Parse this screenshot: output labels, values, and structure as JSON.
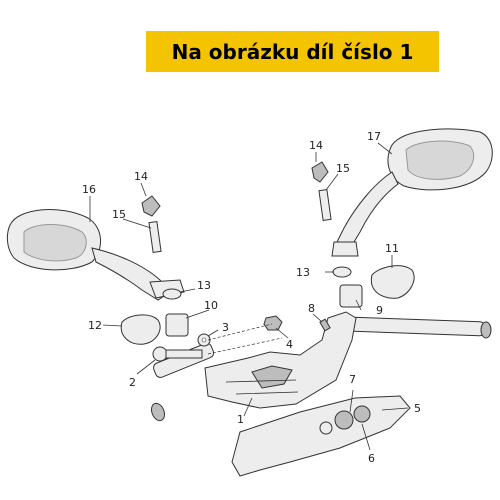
{
  "banner": {
    "text": "Na obrázku díl číslo 1",
    "color": "#f5c400"
  },
  "callouts": [
    "1",
    "2",
    "3",
    "4",
    "5",
    "6",
    "7",
    "8",
    "9",
    "10",
    "11",
    "12",
    "13",
    "13",
    "14",
    "14",
    "15",
    "15",
    "16",
    "17"
  ]
}
